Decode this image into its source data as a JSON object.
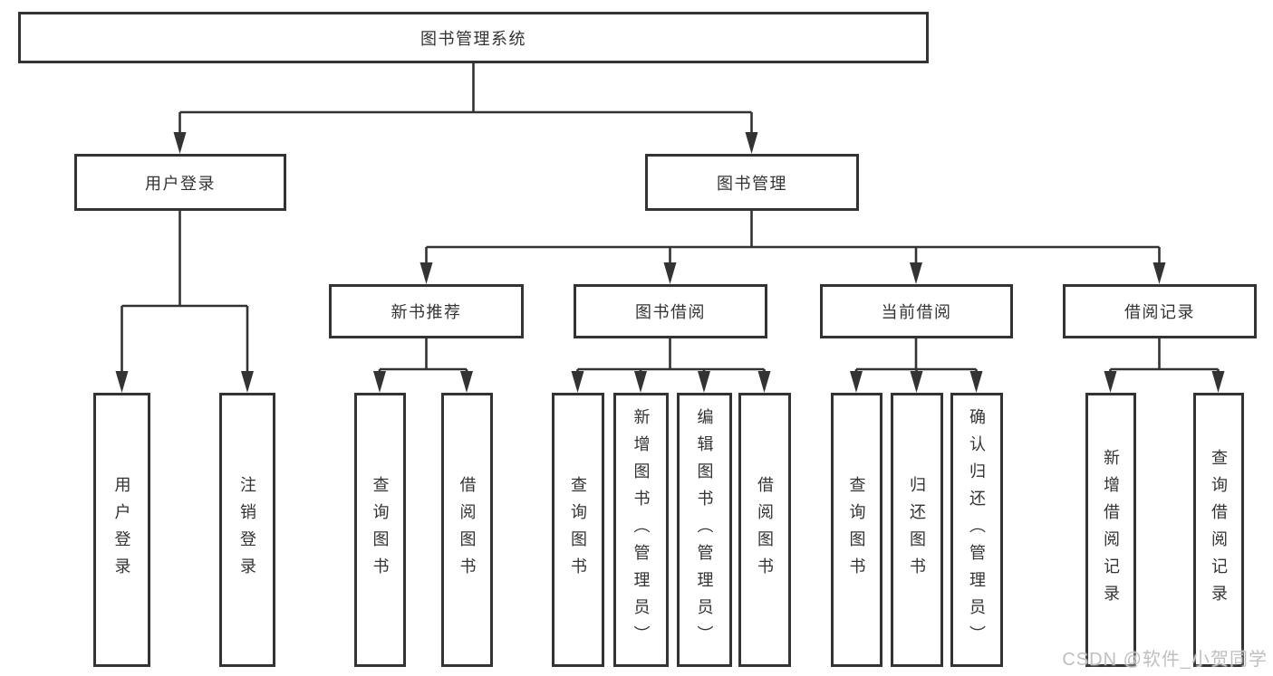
{
  "diagram": {
    "root": {
      "label": "图书管理系统"
    },
    "branches": [
      {
        "label": "用户登录",
        "children": [
          {
            "label": "用户登录"
          },
          {
            "label": "注销登录"
          }
        ]
      },
      {
        "label": "图书管理",
        "modules": [
          {
            "label": "新书推荐",
            "children": [
              {
                "label": "查询图书"
              },
              {
                "label": "借阅图书"
              }
            ]
          },
          {
            "label": "图书借阅",
            "children": [
              {
                "label": "查询图书"
              },
              {
                "label": "新增图书（管理员）"
              },
              {
                "label": "编辑图书（管理员）"
              },
              {
                "label": "借阅图书"
              }
            ]
          },
          {
            "label": "当前借阅",
            "children": [
              {
                "label": "查询图书"
              },
              {
                "label": "归还图书"
              },
              {
                "label": "确认归还（管理员）"
              }
            ]
          },
          {
            "label": "借阅记录",
            "children": [
              {
                "label": "新增借阅记录"
              },
              {
                "label": "查询借阅记录"
              }
            ]
          }
        ]
      }
    ]
  },
  "watermark": {
    "text": "CSDN @软件_小贺同学"
  },
  "colors": {
    "line": "#333333",
    "text": "#333333",
    "background": "#ffffff",
    "watermark": "#bfbfbf"
  }
}
